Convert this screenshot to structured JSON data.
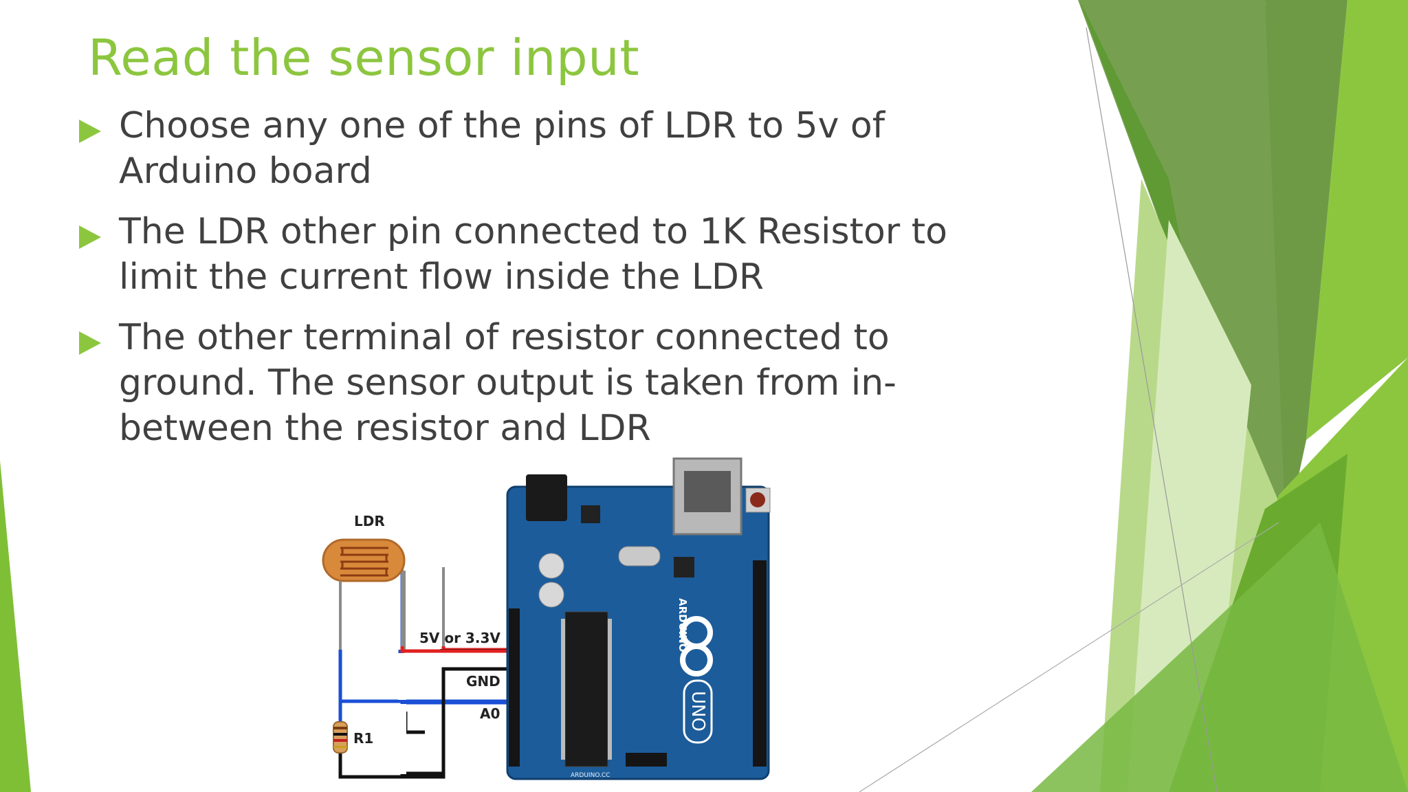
{
  "slide": {
    "title": "Read the sensor input",
    "bullets": [
      "Choose any one of the pins of LDR to 5v of Arduino board",
      "The LDR other pin connected to 1K Resistor to limit the current flow inside the LDR",
      "The other terminal of resistor connected to ground. The sensor output is taken from in-between the resistor and LDR"
    ]
  },
  "diagram": {
    "ldr_label": "LDR",
    "vcc_label": "5V or 3.3V",
    "gnd_label": "GND",
    "analog_label": "A0",
    "resistor_label": "R1",
    "board_brand": "ARDUINO",
    "board_model": "UNO",
    "board_site": "ARDUINO.CC"
  },
  "colors": {
    "accent_green": "#8cc63f",
    "text": "#404040",
    "board_blue": "#1c5c9a",
    "wire_red": "#e02020",
    "wire_blue": "#1a4fd6",
    "wire_black": "#111111"
  }
}
